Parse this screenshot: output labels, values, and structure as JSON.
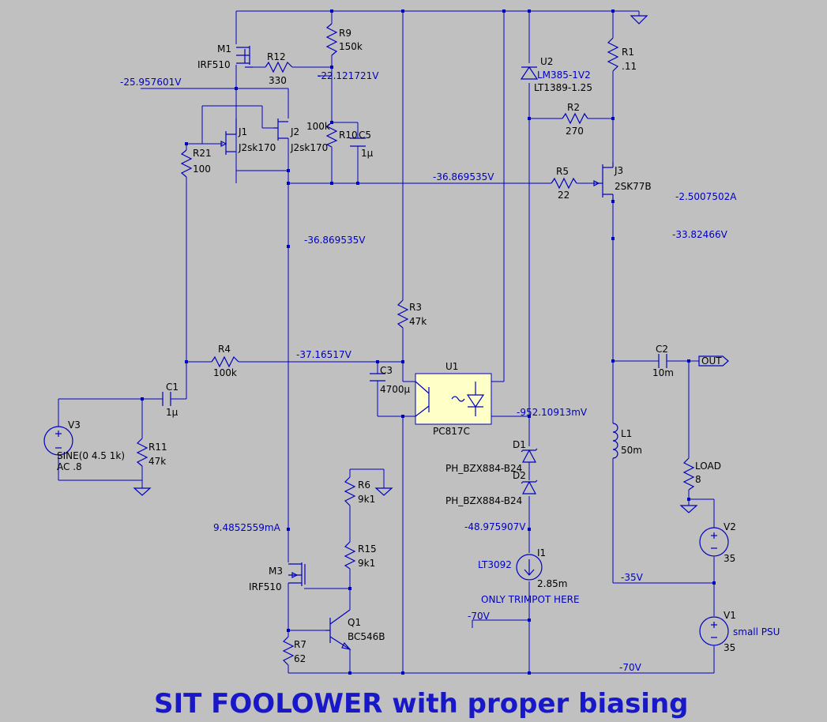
{
  "title": "SIT FOOLOWER with proper biasing",
  "components": {
    "m1": {
      "ref": "M1",
      "value": "IRF510"
    },
    "r12": {
      "ref": "R12",
      "value": "330"
    },
    "r9": {
      "ref": "R9",
      "value": "150k"
    },
    "j1": {
      "ref": "J1",
      "value": "J2sk170"
    },
    "j2": {
      "ref": "J2",
      "value": "J2sk170"
    },
    "r10": {
      "ref": "R10",
      "value": "100k"
    },
    "c5": {
      "ref": "C5",
      "value": "1µ"
    },
    "r21": {
      "ref": "R21",
      "value": "100"
    },
    "u2": {
      "ref": "U2",
      "value": "LM385-1V2",
      "value2": "LT1389-1.25"
    },
    "r1": {
      "ref": "R1",
      "value": ".11"
    },
    "r2": {
      "ref": "R2",
      "value": "270"
    },
    "r5": {
      "ref": "R5",
      "value": "22"
    },
    "j3": {
      "ref": "J3",
      "value": "2SK77B"
    },
    "r3": {
      "ref": "R3",
      "value": "47k"
    },
    "r4": {
      "ref": "R4",
      "value": "100k"
    },
    "c3": {
      "ref": "C3",
      "value": "4700µ"
    },
    "u1": {
      "ref": "U1",
      "value": "PC817C"
    },
    "c1": {
      "ref": "C1",
      "value": "1µ"
    },
    "v3": {
      "ref": "V3",
      "value": "SINE(0 4.5 1k)",
      "value2": "AC .8"
    },
    "r11": {
      "ref": "R11",
      "value": "47k"
    },
    "c2": {
      "ref": "C2",
      "value": "10m"
    },
    "out": {
      "ref": "OUT"
    },
    "l1": {
      "ref": "L1",
      "value": "50m"
    },
    "load": {
      "ref": "LOAD",
      "value": "8"
    },
    "d1": {
      "ref": "D1",
      "value": "PH_BZX884-B24"
    },
    "d2": {
      "ref": "D2",
      "value": "PH_BZX884-B24"
    },
    "r6": {
      "ref": "R6",
      "value": "9k1"
    },
    "r15": {
      "ref": "R15",
      "value": "9k1"
    },
    "m3": {
      "ref": "M3",
      "value": "IRF510"
    },
    "q1": {
      "ref": "Q1",
      "value": "BC546B"
    },
    "r7": {
      "ref": "R7",
      "value": "62"
    },
    "i1": {
      "ref": "I1",
      "value": "LT3092",
      "value2": "2.85m",
      "note": "ONLY TRIMPOT HERE"
    },
    "v2": {
      "ref": "V2",
      "value": "35"
    },
    "v1": {
      "ref": "V1",
      "value": "35",
      "note": "small PSU"
    }
  },
  "nets": {
    "n_m1_src": "-25.957601V",
    "n_r9": "-22.121721V",
    "n_bias1": "-36.869535V",
    "n_bias2": "-36.869535V",
    "i_j3": "-2.5007502A",
    "n_j3_src": "-33.82466V",
    "n_r4": "-37.16517V",
    "n_opto": "-952.10913mV",
    "n_zener": "-48.975907V",
    "i_m3": "9.4852559mA",
    "n_m35": "-35V",
    "n_m70a": "-70V",
    "n_m70b": "-70V"
  }
}
